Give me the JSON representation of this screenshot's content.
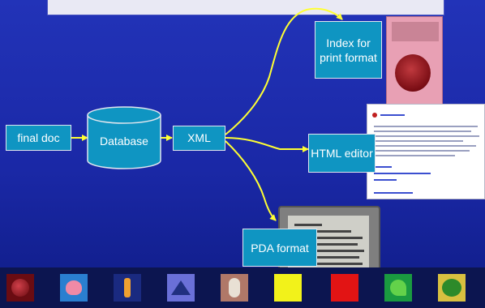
{
  "nodes": {
    "final_doc": "final doc",
    "database": "Database",
    "xml": "XML",
    "print_format": "Index for print format",
    "html_editor": "HTML editor",
    "pda_format": "PDA format"
  },
  "colors": {
    "background": "#1a28a6",
    "box": "#0f95c2",
    "arrow": "#ffff33"
  },
  "icon_strip": [
    "apple-icon",
    "flower-icon",
    "bottle-icon",
    "pyramid-icon",
    "mask-icon",
    "yellow-card-icon",
    "red-card-icon",
    "plant-icon",
    "tree-icon"
  ]
}
